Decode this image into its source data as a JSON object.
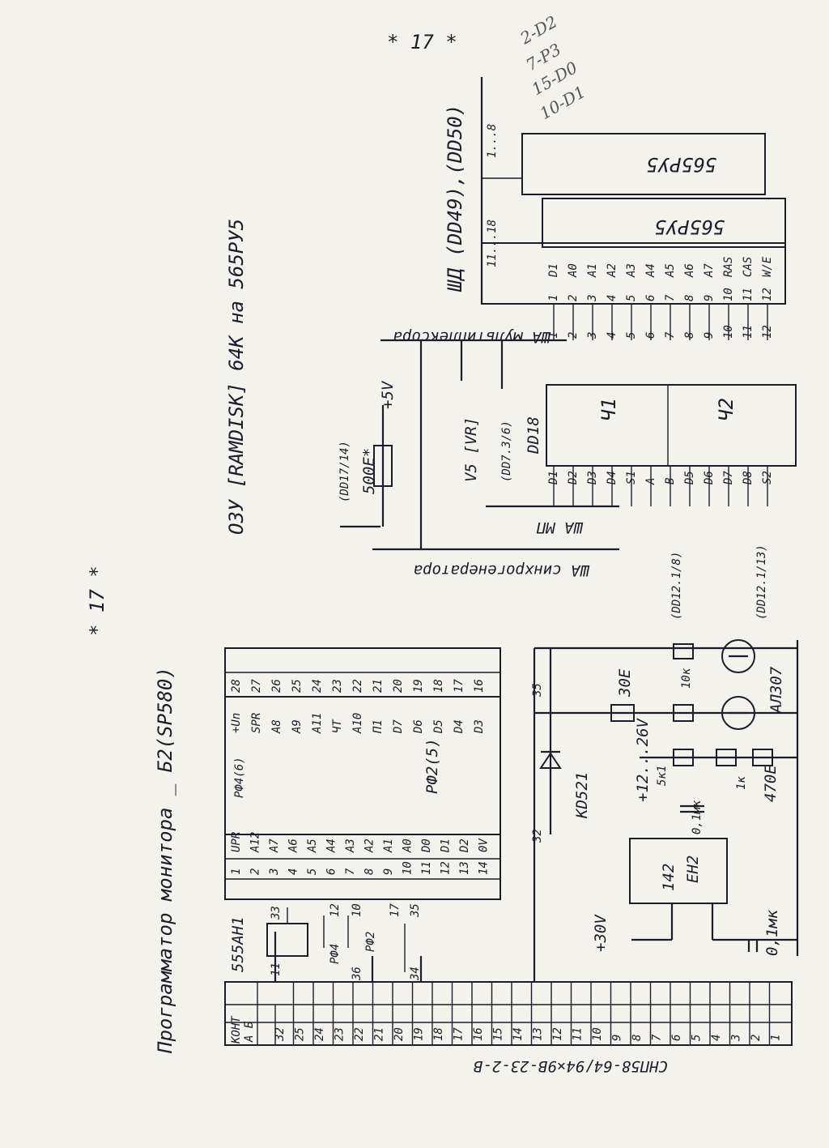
{
  "page": {
    "marker_left": "* 17 *",
    "marker_right": "* 17 *",
    "handwritten_notes": [
      "2-D2",
      "7-P3",
      "15-D0",
      "10-D1"
    ]
  },
  "programmer": {
    "title": "Программатор монитора _ Б2(SP580)",
    "connector_label": "СНП58-64/94×9В-23-2-В",
    "connector_header": [
      "КОНТ",
      "А Б"
    ],
    "connector_rows": [
      "32",
      "25",
      "24",
      "23",
      "22",
      "21",
      "20",
      "19",
      "18",
      "17",
      "16",
      "15",
      "14",
      "13",
      "12",
      "11",
      "10",
      "9",
      "8",
      "7",
      "6",
      "5",
      "4",
      "3",
      "2",
      "1"
    ],
    "switch_chip": "555АН1",
    "switch_labels": [
      "РФ4",
      "РФ2"
    ],
    "switch_pins": [
      "12",
      "10",
      "17",
      "35",
      "33",
      "11",
      "36",
      "34"
    ],
    "rom_name": "РФ2(5)",
    "rom_alt": "РФ4(6)",
    "rom_left_pins": [
      "UPR",
      "A12",
      "A7",
      "A6",
      "A5",
      "A4",
      "A3",
      "A2",
      "A1",
      "A0",
      "D0",
      "D1",
      "D2",
      "0V"
    ],
    "rom_right_pins": [
      "+Un",
      "SPR",
      "A8",
      "A9",
      "A11",
      "ЧТ",
      "A10",
      "П1",
      "D7",
      "D6",
      "D5",
      "D4",
      "D3"
    ],
    "diode": "KD521",
    "regulator": [
      "142",
      "ЕН2"
    ],
    "resistors": [
      "30Е",
      "10к",
      "5к1",
      "1к",
      "470Е"
    ],
    "capacitors": [
      "0,1мк",
      "0,1мк"
    ],
    "led": "АЛ307",
    "voltages": [
      "+30V",
      "+12...26V"
    ]
  },
  "ramdisk": {
    "title": "ОЗУ [RAMDISK] 64К на 565РУ5",
    "bus_labels": [
      "ША мультиплексора",
      "ША МП",
      "ША синхрогенератора",
      "ШД (DD49),(DD50)"
    ],
    "resistor": "500Е*",
    "supply": "+5V",
    "refs": [
      "(DD17/14)",
      "V5 [VR]",
      "(DD7.3/6)",
      "(DD12.1/8)",
      "(DD12.1/13)"
    ],
    "mux": "DD18",
    "mux_sections": [
      "Ч1",
      "Ч2"
    ],
    "mem_chip": "565РУ5",
    "mem_pins": [
      "D1",
      "A0",
      "A1",
      "A2",
      "A3",
      "A4",
      "A5",
      "A6",
      "A7",
      "RAS",
      "CAS",
      "W/E"
    ],
    "data_pins": [
      "11...18",
      "1...8"
    ]
  }
}
